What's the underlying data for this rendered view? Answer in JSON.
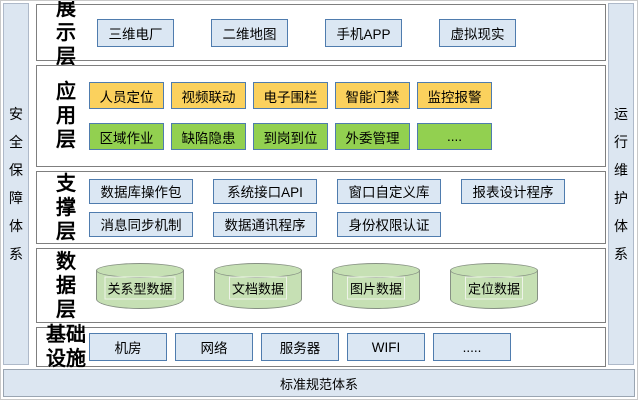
{
  "diagram": {
    "left_bar": "安全保障体系",
    "right_bar": "运行维护体系",
    "bottom_bar": "标准规范体系"
  },
  "layers": [
    {
      "id": "presentation",
      "label": "展示层",
      "rows": [
        {
          "variant": "blue",
          "items": [
            "三维电厂",
            "二维地图",
            "手机APP",
            "虚拟现实"
          ]
        }
      ]
    },
    {
      "id": "application",
      "label": "应用层",
      "rows": [
        {
          "variant": "yellow",
          "items": [
            "人员定位",
            "视频联动",
            "电子围栏",
            "智能门禁",
            "监控报警"
          ]
        },
        {
          "variant": "green",
          "items": [
            "区域作业",
            "缺陷隐患",
            "到岗到位",
            "外委管理",
            "...."
          ]
        }
      ]
    },
    {
      "id": "support",
      "label": "支撑层",
      "rows": [
        {
          "variant": "blue",
          "items": [
            "数据库操作包",
            "系统接口API",
            "窗口自定义库",
            "报表设计程序"
          ]
        },
        {
          "variant": "blue",
          "items": [
            "消息同步机制",
            "数据通讯程序",
            "身份权限认证"
          ]
        }
      ]
    },
    {
      "id": "data",
      "label": "数据层",
      "rows": [
        {
          "variant": "cylinder",
          "items": [
            "关系型数据",
            "文档数据",
            "图片数据",
            "定位数据"
          ]
        }
      ]
    },
    {
      "id": "infrastructure",
      "label": "基础设施",
      "rows": [
        {
          "variant": "blue",
          "items": [
            "机房",
            "网络",
            "服务器",
            "WIFI",
            "....."
          ]
        }
      ]
    }
  ],
  "colors": {
    "bar_fill": "#dce6f1",
    "box_blue_fill": "#dbe7f3",
    "box_yellow_fill": "#fbd15d",
    "box_green_fill": "#92d050",
    "box_border": "#4f7cae",
    "cylinder_fill": "#c6e0b4",
    "cylinder_border": "#879184",
    "layer_border": "#7f7f7f"
  }
}
